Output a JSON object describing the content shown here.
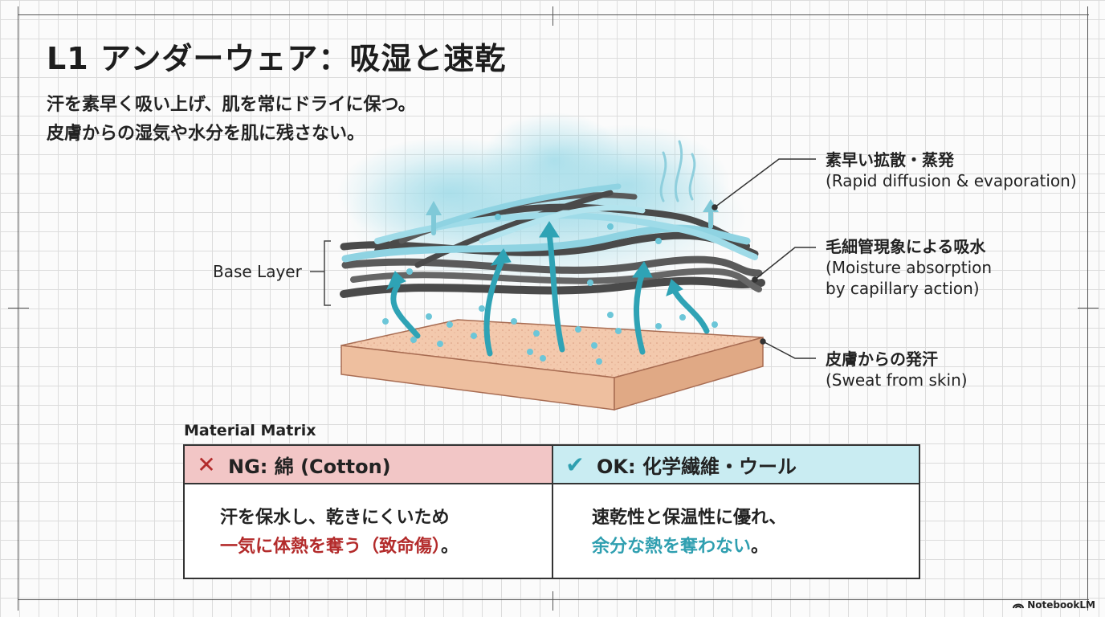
{
  "title": "L1 アンダーウェア：吸湿と速乾",
  "subtitle": {
    "line1": "汗を素早く吸い上げ、肌を常にドライに保つ。",
    "line2": "皮膚からの湿気や水分を肌に残さない。"
  },
  "diagram": {
    "base_layer_label": "Base Layer",
    "callouts": [
      {
        "jp": "素早い拡散・蒸発",
        "en": [
          "(Rapid diffusion & evaporation)"
        ]
      },
      {
        "jp": "毛細管現象による吸水",
        "en": [
          "(Moisture absorption",
          "by capillary action)"
        ]
      },
      {
        "jp": "皮膚からの発汗",
        "en": [
          "(Sweat from skin)"
        ]
      }
    ],
    "colors": {
      "fiber_gray": "#4a4a4a",
      "fiber_blue": "#8fd3e2",
      "arrow": "#2fa3b5",
      "skin": "#f1c3a6",
      "vapor": "#9fdbe8"
    }
  },
  "matrix": {
    "caption": "Material Matrix",
    "ng": {
      "icon": "cross-icon",
      "mark": "✕",
      "header": "NG: 綿 (Cotton)",
      "line1": "汗を保水し、乾きにくいため",
      "line2_highlight": "一気に体熱を奪う（致命傷）",
      "line2_end": "。",
      "color": "#b32b2b"
    },
    "ok": {
      "icon": "check-icon",
      "mark": "✔",
      "header": "OK: 化学繊維・ウール",
      "line1": "速乾性と保温性に優れ、",
      "line2_highlight": "余分な熱を奪わない",
      "line2_end": "。",
      "color": "#2f9fb0"
    }
  },
  "branding": {
    "logo_text": "NotebookLM"
  }
}
